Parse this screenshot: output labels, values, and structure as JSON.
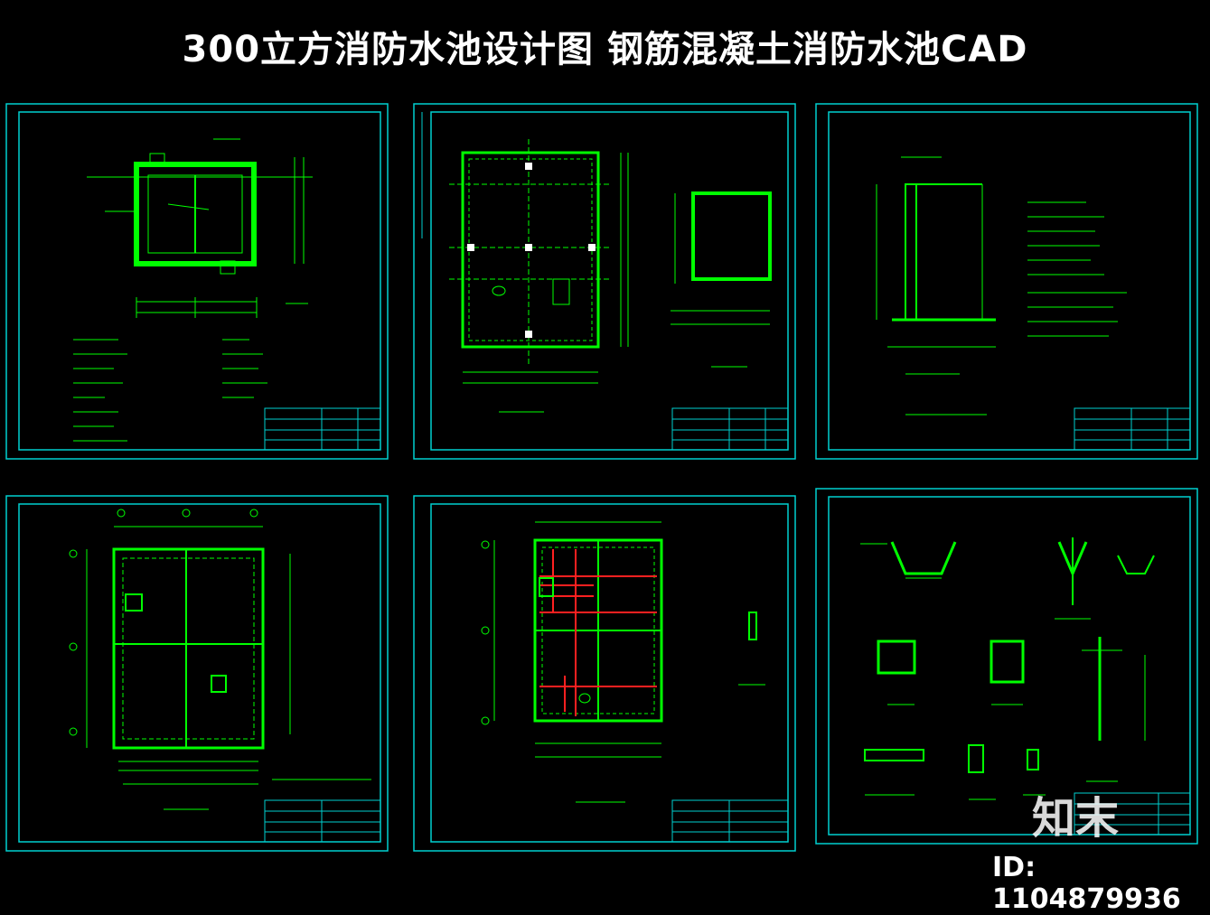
{
  "title": "300立方消防水池设计图  钢筋混凝土消防水池CAD",
  "watermark": {
    "logo_text": "知末",
    "id_text": "ID: 1104879936"
  },
  "colors": {
    "background": "#000000",
    "frame": "#00d0d0",
    "drawing": "#00ff00",
    "highlight": "#ff2020",
    "text": "#ffffff"
  },
  "sheets": [
    {
      "id": "sheet-1",
      "content": "section-with-notes"
    },
    {
      "id": "sheet-2",
      "content": "plan-with-detail"
    },
    {
      "id": "sheet-3",
      "content": "wall-section-with-notes"
    },
    {
      "id": "sheet-4",
      "content": "plan-layout"
    },
    {
      "id": "sheet-5",
      "content": "reinforcement-plan"
    },
    {
      "id": "sheet-6",
      "content": "detail-sections"
    }
  ]
}
